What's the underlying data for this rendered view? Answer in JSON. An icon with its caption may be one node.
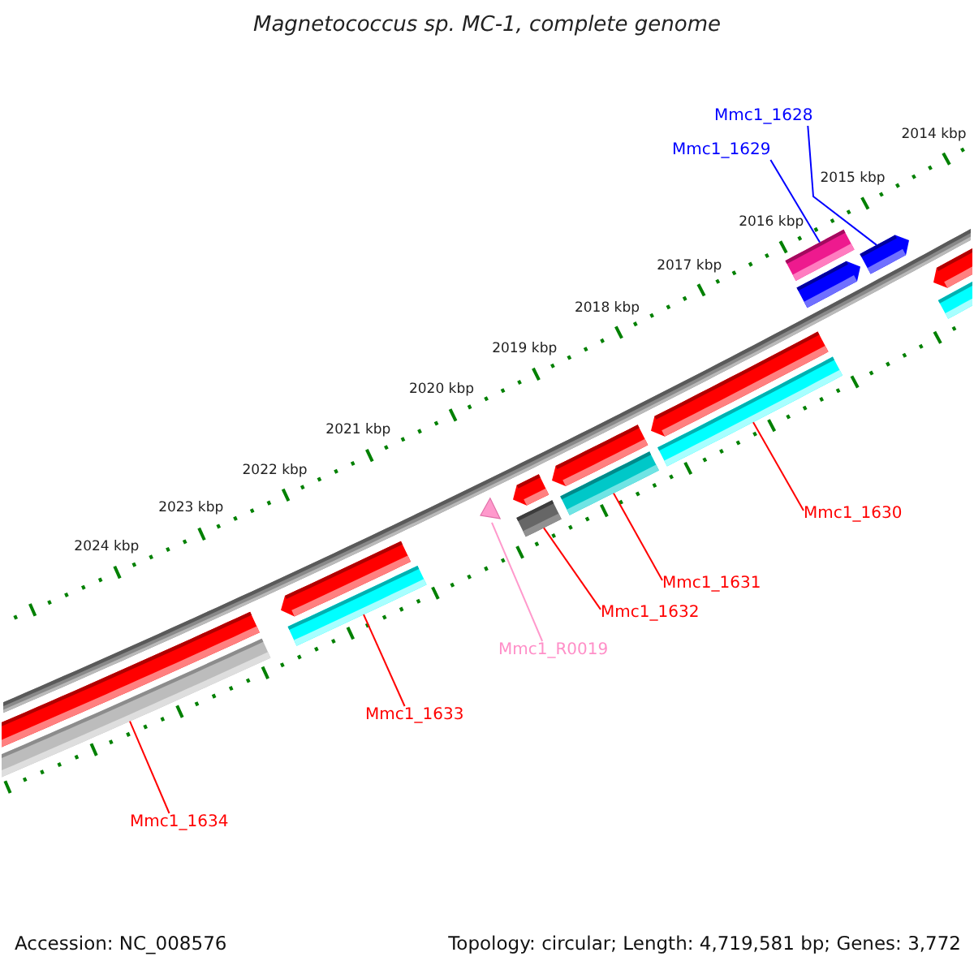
{
  "diagram": {
    "title": "Magnetococcus sp. MC-1, complete genome",
    "nodes": [
      {
        "text": [
          "Mmc1_1628"
        ]
      },
      {
        "text": [
          "Mmc1_1629"
        ]
      },
      {
        "text": [
          "Mmc1_1630"
        ]
      },
      {
        "text": [
          "Mmc1_1631"
        ]
      },
      {
        "text": [
          "Mmc1_1632"
        ]
      },
      {
        "text": [
          "Mmc1_R0019"
        ]
      },
      {
        "text": [
          "Mmc1_1633"
        ]
      },
      {
        "text": [
          "Mmc1_1634"
        ]
      },
      {
        "text": [],
        "shape": "bar"
      },
      {
        "text": [],
        "shape": "arrow"
      },
      {
        "text": [],
        "shape": "triangle"
      },
      {
        "text": [],
        "shape": "arrow"
      },
      {
        "text": [],
        "shape": "arrow"
      },
      {
        "text": [],
        "shape": "arrow"
      },
      {
        "text": [],
        "shape": "arrow"
      },
      {
        "text": [],
        "shape": "arrow"
      }
    ],
    "edges": [
      {
        "from": 0,
        "to": 15,
        "arrow": "none",
        "color": "#0000ff"
      },
      {
        "from": 1,
        "to": 14,
        "arrow": "none",
        "color": "#0000ff"
      },
      {
        "from": 2,
        "to": 13,
        "arrow": "none"
      },
      {
        "from": 3,
        "to": 12,
        "arrow": "none"
      },
      {
        "from": 4,
        "to": 11,
        "arrow": "none"
      },
      {
        "from": 5,
        "to": 10,
        "arrow": "none",
        "color": "#ff99cc"
      },
      {
        "from": 6,
        "to": 9,
        "arrow": "none"
      },
      {
        "from": 7,
        "to": 8,
        "arrow": "none"
      }
    ],
    "labels": [
      "2014 kbp",
      "2015 kbp",
      "2016 kbp",
      "2017 kbp",
      "2018 kbp",
      "2019 kbp",
      "2020 kbp",
      "2021 kbp",
      "2022 kbp",
      "2023 kbp",
      "2024 kbp",
      "Accession: NC_008576",
      "Topology: circular; Length: 4,719,581 bp; Genes: 3,772"
    ]
  }
}
